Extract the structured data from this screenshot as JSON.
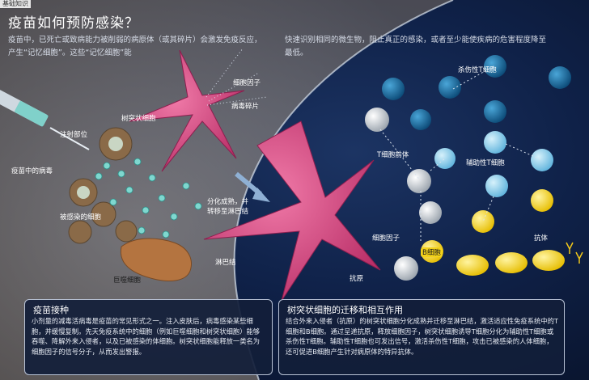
{
  "tag": "基础知识",
  "title": "疫苗如何预防感染？",
  "intro_left": "疫苗中，已死亡或致病能力被削弱的病原体（或其碎片）会激发免疫反应，产生“记忆细胞”。这些“记忆细胞”能",
  "intro_right": "快速识别相同的微生物，阻止真正的感染，或者至少能使疾病的危害程度降至最低。",
  "labels": {
    "injection_site": "注射部位",
    "virus_in_vaccine": "疫苗中的病毒",
    "infected_cell": "被感染的细胞",
    "macrophage": "巨噬细胞",
    "dendritic_cell": "树突状细胞",
    "cytokine_top": "细胞因子",
    "virus_fragment": "病毒碎片",
    "mature_migrate": "分化成熟，并\n转移至淋巴结",
    "lymph_node": "淋巴结",
    "t_precursor": "T细胞前体",
    "cytokine_mid": "细胞因子",
    "antigen": "抗原",
    "killer_t": "杀伤性T细胞",
    "helper_t": "辅助性T细胞",
    "b_cell": "B细胞",
    "antibody": "抗体"
  },
  "box_left": {
    "heading": "疫苗接种",
    "body": "小剂量的减毒活病毒是疫苗的常见形式之一。注入皮肤后，病毒感染某些细胞，并缓慢复制。先天免疫系统中的细胞（例如巨噬细胞和树突状细胞）能够吞噬、降解外来入侵者，以及已被感染的体细胞。树突状细胞能释放一类名为细胞因子的信号分子，从而发出警报。"
  },
  "box_right": {
    "heading": "树突状细胞的迁移和相互作用",
    "body": "结合外来入侵者（抗原）的树突状细胞分化成熟并迁移至淋巴结，激活适应性免疫系统中的T细胞和B细胞。通过呈递抗原，释放细胞因子，树突状细胞诱导T细胞分化为辅助性T细胞或杀伤性T细胞。辅助性T细胞也可发出信号，激活杀伤性T细胞，攻击已被感染的人体细胞，还可促进B细胞产生针对病原体的特异抗体。"
  },
  "colors": {
    "dendritic": "#d6457f",
    "killer": "#1d6fa3",
    "helper": "#7cc6ea",
    "bcell": "#f3d21a",
    "skin": "#9a8a78",
    "macro": "#a76a3a"
  }
}
